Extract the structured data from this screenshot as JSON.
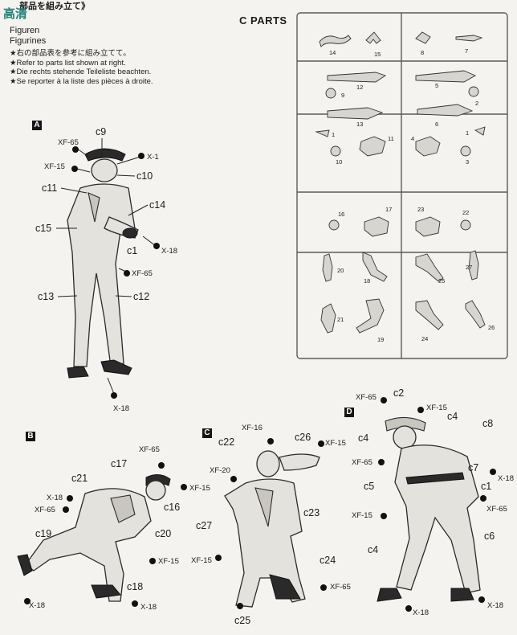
{
  "header": {
    "title_partial": "部品を組み立て》",
    "line_de": "Figuren",
    "line_en": "Figurines",
    "notes": [
      "★右の部品表を参考に組み立てて。",
      "★Refer to parts list shown at right.",
      "★Die rechts stehende Teileliste beachten.",
      "★Se reporter à la liste des pièces à droite."
    ]
  },
  "sprue": {
    "title": "C  PARTS",
    "part_numbers": [
      "14",
      "15",
      "8",
      "7",
      "12",
      "5",
      "9",
      "2",
      "13",
      "6",
      "1",
      "1",
      "11",
      "4",
      "10",
      "3",
      "16",
      "17",
      "23",
      "22",
      "20",
      "18",
      "25",
      "27",
      "21",
      "19",
      "24",
      "26"
    ]
  },
  "figure_a": {
    "tag": "A",
    "parts": [
      "c9",
      "c10",
      "c11",
      "c14",
      "c15",
      "c1",
      "c13",
      "c12"
    ],
    "paints": [
      "XF-65",
      "X-1",
      "XF-15",
      "X-18",
      "XF-65",
      "X-18"
    ]
  },
  "figure_b": {
    "tag": "B",
    "parts": [
      "c17",
      "c21",
      "c16",
      "c19",
      "c20",
      "c18"
    ],
    "paints": [
      "XF-65",
      "X-18",
      "XF-15",
      "XF-65",
      "XF-15",
      "X-18",
      "X-18"
    ]
  },
  "figure_c": {
    "tag": "C",
    "parts": [
      "c22",
      "c26",
      "c23",
      "c27",
      "c24",
      "c25"
    ],
    "paints": [
      "XF-16",
      "XF-15",
      "XF-20",
      "XF-15",
      "XF-65"
    ]
  },
  "figure_d": {
    "tag": "D",
    "parts": [
      "c2",
      "c4",
      "c4",
      "c8",
      "c7",
      "c5",
      "c1",
      "c4",
      "c6"
    ],
    "paints": [
      "XF-65",
      "XF-15",
      "XF-65",
      "X-18",
      "XF-65",
      "XF-15",
      "X-18",
      "X-18"
    ]
  },
  "watermark": {
    "text": "高清"
  }
}
